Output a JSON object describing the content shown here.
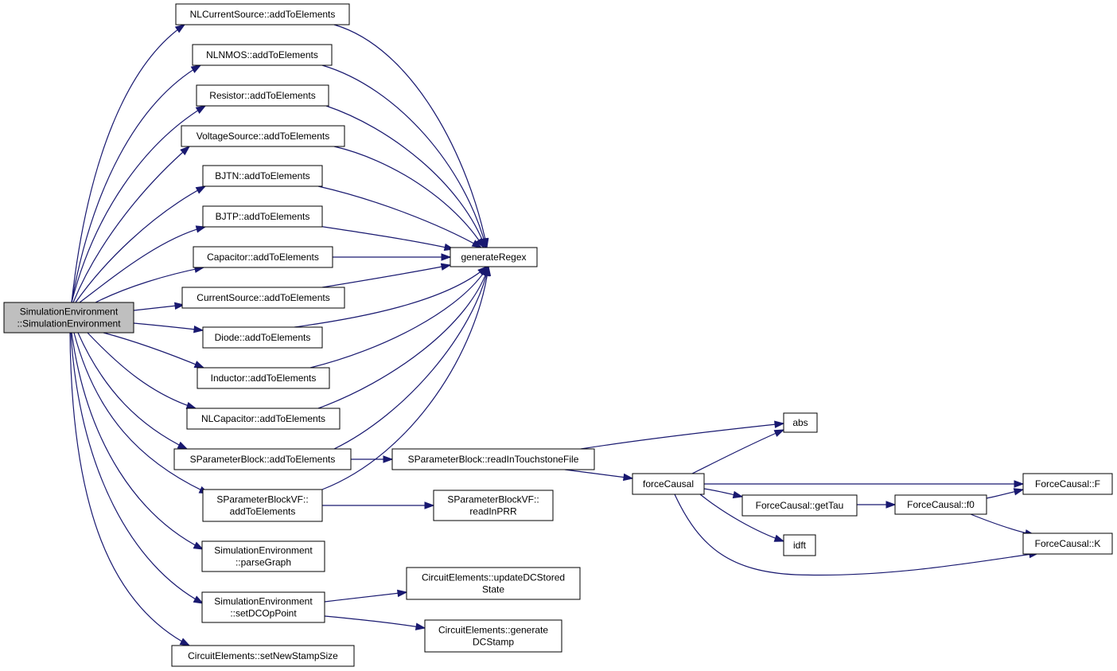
{
  "graph": {
    "nodes": [
      {
        "id": "root",
        "lines": [
          "SimulationEnvironment",
          "::SimulationEnvironment"
        ],
        "root": true
      },
      {
        "id": "nlcs",
        "lines": [
          "NLCurrentSource::addToElements"
        ]
      },
      {
        "id": "nlnmos",
        "lines": [
          "NLNMOS::addToElements"
        ]
      },
      {
        "id": "resistor",
        "lines": [
          "Resistor::addToElements"
        ]
      },
      {
        "id": "vsource",
        "lines": [
          "VoltageSource::addToElements"
        ]
      },
      {
        "id": "bjtn",
        "lines": [
          "BJTN::addToElements"
        ]
      },
      {
        "id": "bjtp",
        "lines": [
          "BJTP::addToElements"
        ]
      },
      {
        "id": "capacitor",
        "lines": [
          "Capacitor::addToElements"
        ]
      },
      {
        "id": "csource",
        "lines": [
          "CurrentSource::addToElements"
        ]
      },
      {
        "id": "diode",
        "lines": [
          "Diode::addToElements"
        ]
      },
      {
        "id": "inductor",
        "lines": [
          "Inductor::addToElements"
        ]
      },
      {
        "id": "nlcap",
        "lines": [
          "NLCapacitor::addToElements"
        ]
      },
      {
        "id": "spb",
        "lines": [
          "SParameterBlock::addToElements"
        ]
      },
      {
        "id": "spbvf",
        "lines": [
          "SParameterBlockVF::",
          "addToElements"
        ]
      },
      {
        "id": "parse",
        "lines": [
          "SimulationEnvironment",
          "::parseGraph"
        ]
      },
      {
        "id": "setdc",
        "lines": [
          "SimulationEnvironment",
          "::setDCOpPoint"
        ]
      },
      {
        "id": "stamp",
        "lines": [
          "CircuitElements::setNewStampSize"
        ]
      },
      {
        "id": "regex",
        "lines": [
          "generateRegex"
        ]
      },
      {
        "id": "touch",
        "lines": [
          "SParameterBlock::readInTouchstoneFile"
        ]
      },
      {
        "id": "prr",
        "lines": [
          "SParameterBlockVF::",
          "readInPRR"
        ]
      },
      {
        "id": "updc",
        "lines": [
          "CircuitElements::updateDCStored",
          "State"
        ]
      },
      {
        "id": "gendc",
        "lines": [
          "CircuitElements::generate",
          "DCStamp"
        ]
      },
      {
        "id": "abs",
        "lines": [
          "abs"
        ]
      },
      {
        "id": "force",
        "lines": [
          "forceCausal"
        ]
      },
      {
        "id": "gettau",
        "lines": [
          "ForceCausal::getTau"
        ]
      },
      {
        "id": "idft",
        "lines": [
          "idft"
        ]
      },
      {
        "id": "f0",
        "lines": [
          "ForceCausal::f0"
        ]
      },
      {
        "id": "F",
        "lines": [
          "ForceCausal::F"
        ]
      },
      {
        "id": "K",
        "lines": [
          "ForceCausal::K"
        ]
      }
    ],
    "edges": [
      [
        "root",
        "nlcs"
      ],
      [
        "root",
        "nlnmos"
      ],
      [
        "root",
        "resistor"
      ],
      [
        "root",
        "vsource"
      ],
      [
        "root",
        "bjtn"
      ],
      [
        "root",
        "bjtp"
      ],
      [
        "root",
        "capacitor"
      ],
      [
        "root",
        "csource"
      ],
      [
        "root",
        "diode"
      ],
      [
        "root",
        "inductor"
      ],
      [
        "root",
        "nlcap"
      ],
      [
        "root",
        "spb"
      ],
      [
        "root",
        "spbvf"
      ],
      [
        "root",
        "parse"
      ],
      [
        "root",
        "setdc"
      ],
      [
        "root",
        "stamp"
      ],
      [
        "nlcs",
        "regex"
      ],
      [
        "nlnmos",
        "regex"
      ],
      [
        "resistor",
        "regex"
      ],
      [
        "vsource",
        "regex"
      ],
      [
        "bjtn",
        "regex"
      ],
      [
        "bjtp",
        "regex"
      ],
      [
        "capacitor",
        "regex"
      ],
      [
        "csource",
        "regex"
      ],
      [
        "diode",
        "regex"
      ],
      [
        "inductor",
        "regex"
      ],
      [
        "nlcap",
        "regex"
      ],
      [
        "spb",
        "regex"
      ],
      [
        "spbvf",
        "regex"
      ],
      [
        "spb",
        "touch"
      ],
      [
        "spbvf",
        "prr"
      ],
      [
        "touch",
        "abs"
      ],
      [
        "touch",
        "force"
      ],
      [
        "force",
        "abs"
      ],
      [
        "force",
        "F"
      ],
      [
        "force",
        "gettau"
      ],
      [
        "force",
        "idft"
      ],
      [
        "force",
        "K"
      ],
      [
        "gettau",
        "f0"
      ],
      [
        "f0",
        "F"
      ],
      [
        "f0",
        "K"
      ],
      [
        "setdc",
        "updc"
      ],
      [
        "setdc",
        "gendc"
      ]
    ],
    "colors": {
      "edge": "#191970",
      "root_fill": "#bfbfbf",
      "node_fill": "#ffffff",
      "border": "#000000"
    }
  }
}
